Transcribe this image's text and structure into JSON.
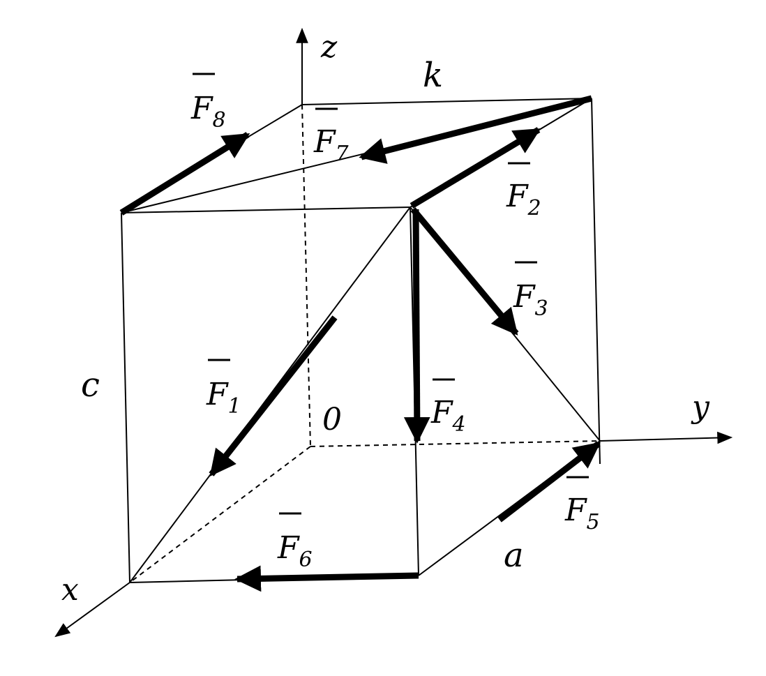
{
  "colors": {
    "ink": "#000000",
    "background": "#ffffff"
  },
  "axes": {
    "z": "z",
    "y": "y",
    "x": "x",
    "origin": "0"
  },
  "dimensions": {
    "a": "a",
    "c": "c",
    "k": "k"
  },
  "forces": [
    {
      "base": "F",
      "sub": "1"
    },
    {
      "base": "F",
      "sub": "2"
    },
    {
      "base": "F",
      "sub": "3"
    },
    {
      "base": "F",
      "sub": "4"
    },
    {
      "base": "F",
      "sub": "5"
    },
    {
      "base": "F",
      "sub": "6"
    },
    {
      "base": "F",
      "sub": "7"
    },
    {
      "base": "F",
      "sub": "8"
    }
  ]
}
